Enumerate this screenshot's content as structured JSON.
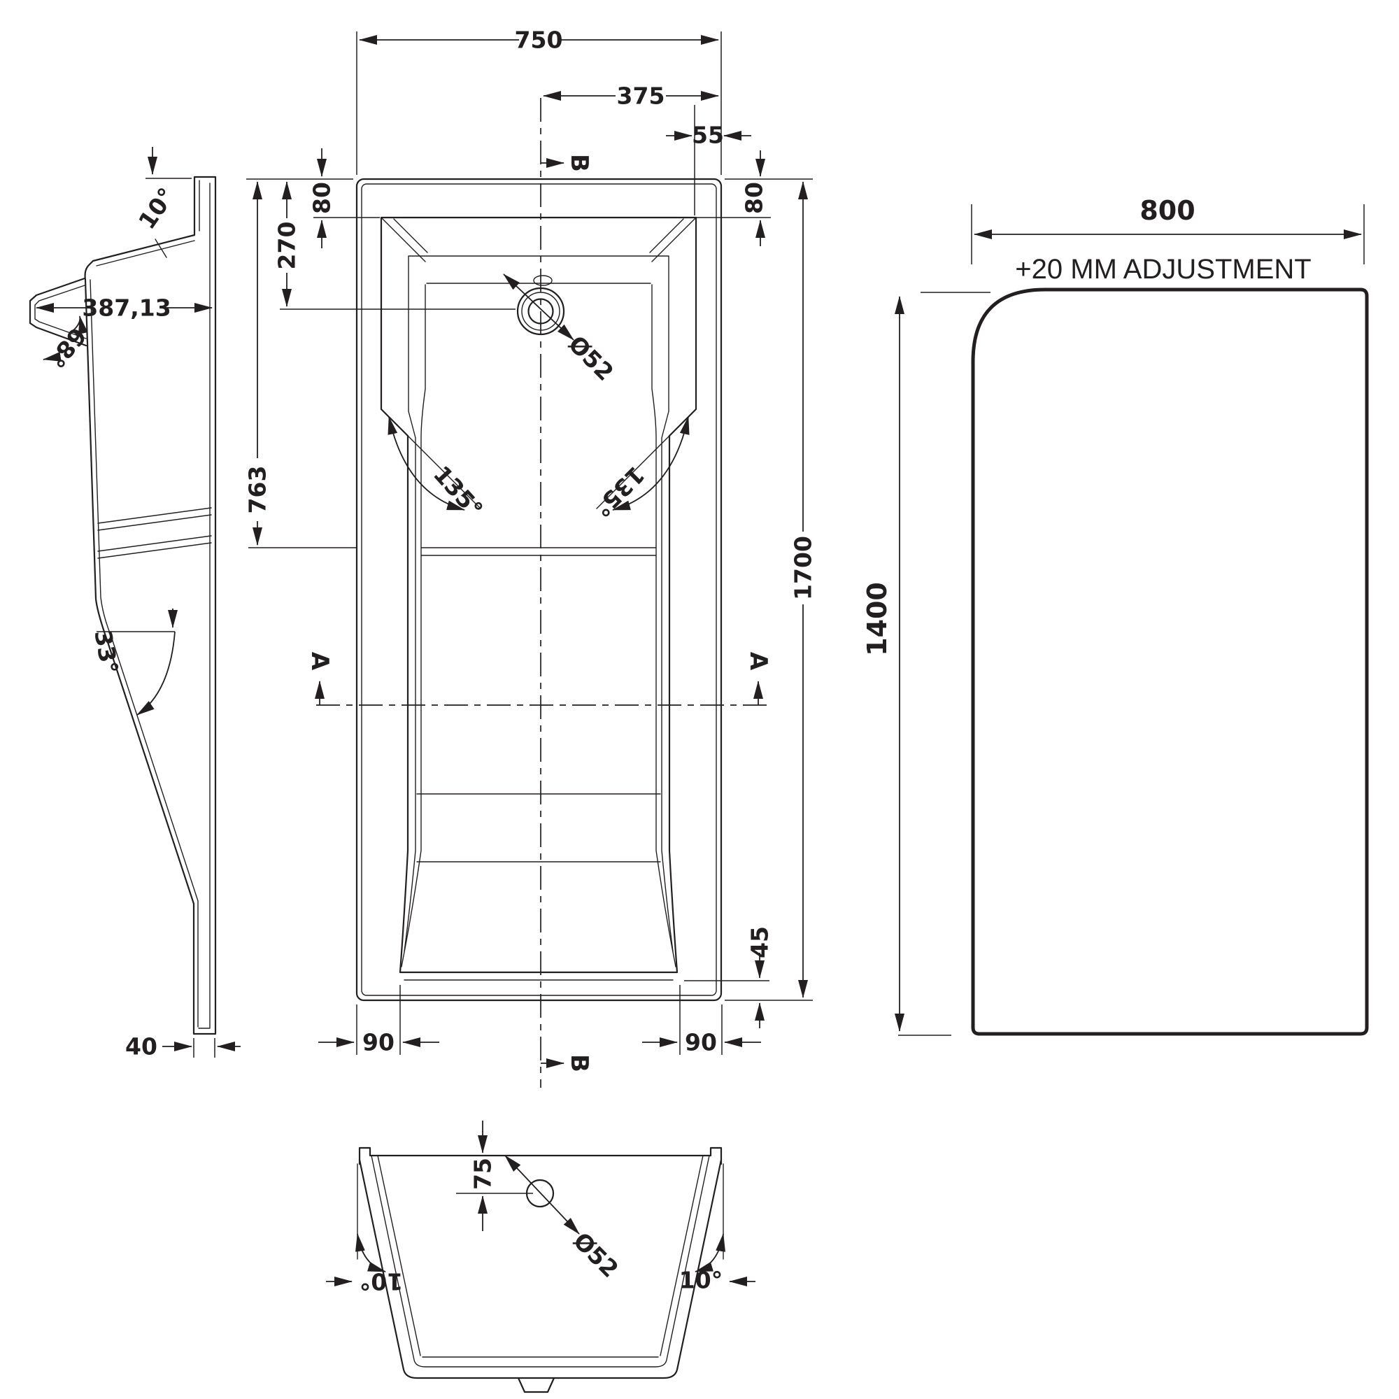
{
  "side_view": {
    "rim_angle": "10°",
    "back_width": "387,13",
    "back_angle": "68°",
    "base_angle": "33°",
    "foot_width": "40"
  },
  "plan_view": {
    "overall_width": "750",
    "center_offset": "375",
    "overflow_edge_offset": "55",
    "head_rim_width": "80",
    "overflow_from_edge": "270",
    "head_section_length": "763",
    "side_rim_width": "80",
    "overall_length": "1700",
    "foot_rim_width": "45",
    "foot_corner_left": "90",
    "foot_corner_right": "90",
    "waste_diameter": "Ø52",
    "seat_angle_left": "135°",
    "seat_angle_right": "135°",
    "section_a_label": "A",
    "section_b_label": "B"
  },
  "screen_view": {
    "width": "800",
    "adjustment_note": "+20 MM ADJUSTMENT",
    "height": "1400"
  },
  "section_view": {
    "overflow_height": "75",
    "waste_diameter": "Ø52",
    "wall_angle_left": "10°",
    "wall_angle_right": "10°"
  },
  "colors": {
    "line": "#231f20",
    "background": "#ffffff"
  }
}
